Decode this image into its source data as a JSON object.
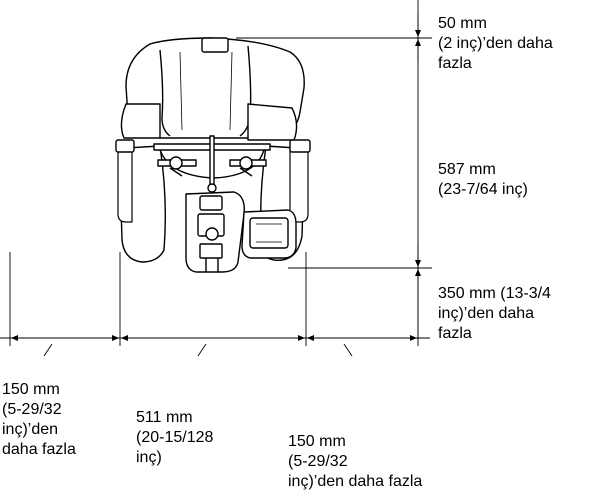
{
  "dimensions": {
    "top_clearance": [
      "50 mm",
      "(2 inç)’den daha",
      "fazla"
    ],
    "machine_height": [
      "587 mm",
      "(23-7/64 inç)"
    ],
    "bottom_clearance": [
      "350 mm (13-3/4",
      "inç)’den daha",
      "fazla"
    ],
    "left_clearance": [
      "150 mm",
      "(5-29/32",
      "inç)’den",
      "daha fazla"
    ],
    "machine_width": [
      "511 mm",
      "(20-15/128",
      "inç)"
    ],
    "right_clearance": [
      "150 mm",
      "(5-29/32",
      "inç)’den daha fazla"
    ]
  },
  "colors": {
    "line": "#000000",
    "background": "#ffffff",
    "machine_fill": "#ffffff"
  }
}
